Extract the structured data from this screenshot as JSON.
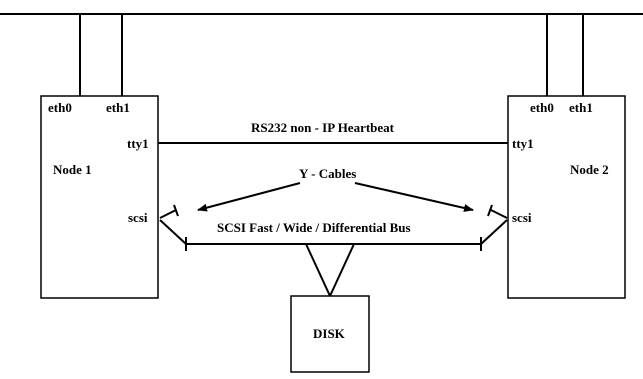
{
  "node1": {
    "name": "Node 1",
    "eth0": "eth0",
    "eth1": "eth1",
    "tty": "tty1",
    "scsi": "scsi"
  },
  "node2": {
    "name": "Node 2",
    "eth0": "eth0",
    "eth1": "eth1",
    "tty": "tty1",
    "scsi": "scsi"
  },
  "links": {
    "heartbeat": "RS232 non - IP Heartbeat",
    "y_cables": "Y - Cables",
    "scsi_bus": "SCSI Fast / Wide / Differential Bus"
  },
  "disk": {
    "label": "DISK"
  }
}
